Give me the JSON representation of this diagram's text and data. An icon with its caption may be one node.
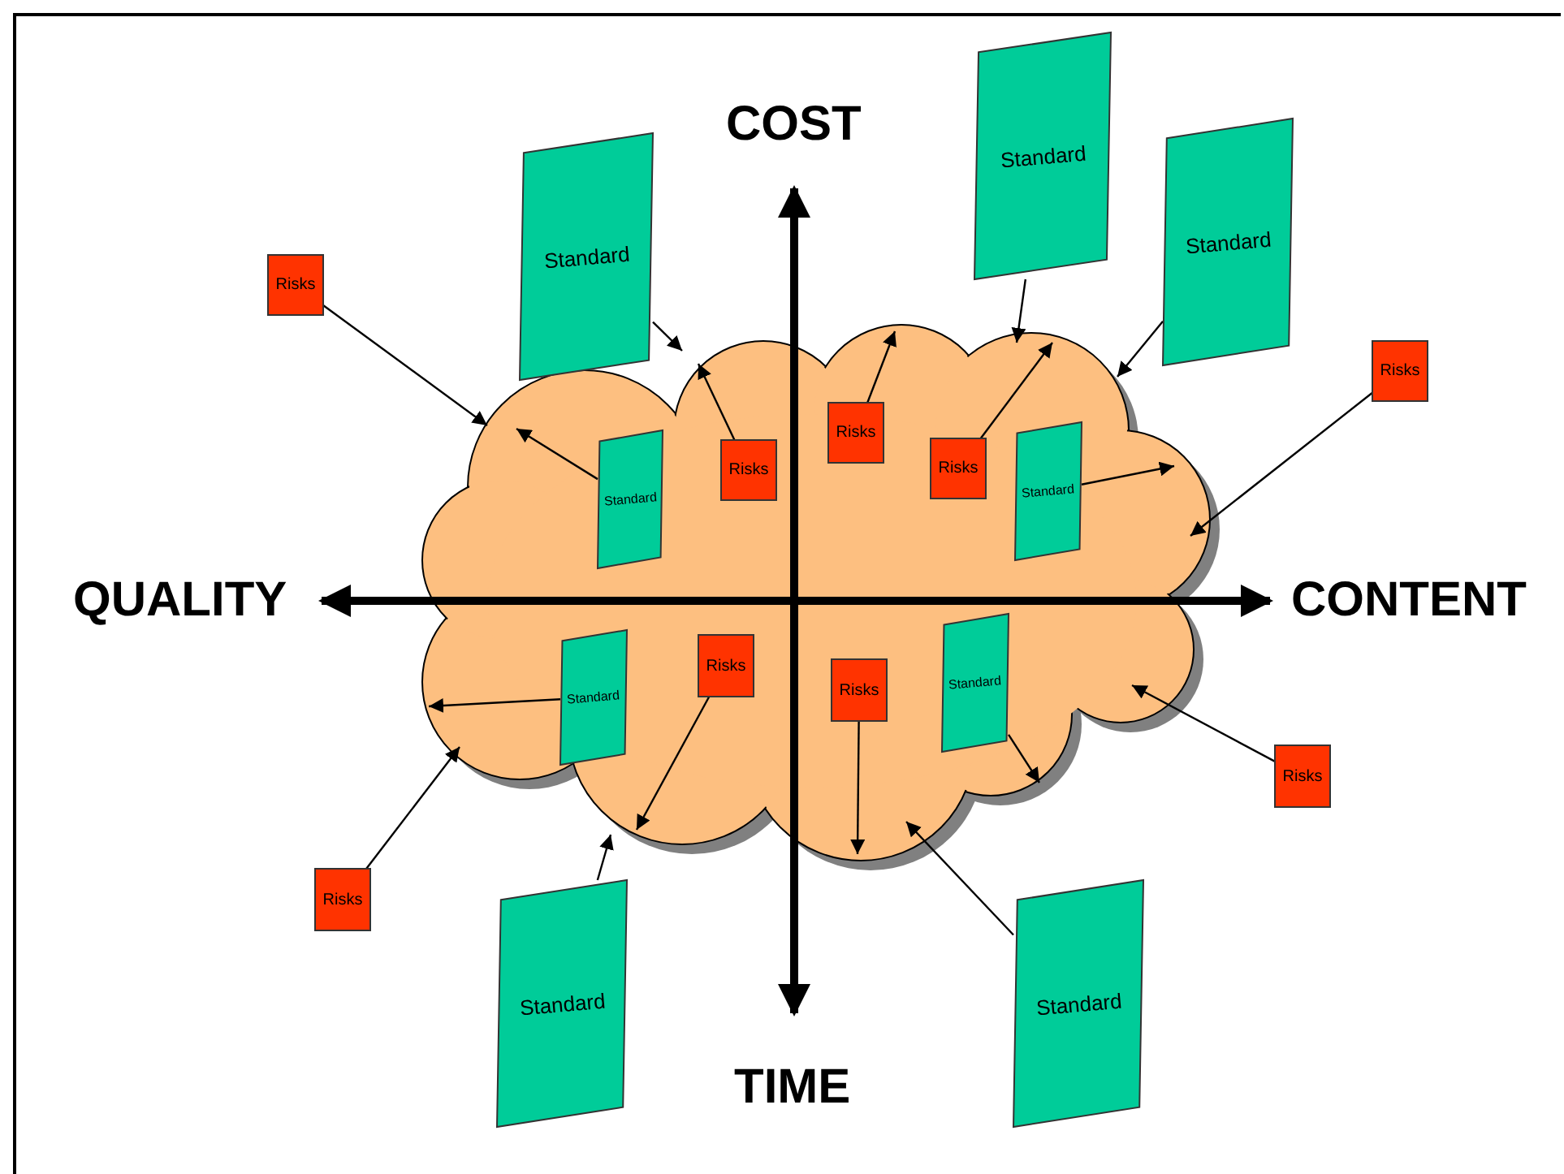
{
  "diagram": {
    "nodes": [
      {
        "text": [],
        "shape": "cloud"
      },
      {
        "text": [
          "Standard"
        ]
      },
      {
        "text": [
          "Standard"
        ]
      },
      {
        "text": [
          "Standard"
        ]
      },
      {
        "text": [
          "Risks"
        ]
      },
      {
        "text": [
          "Risks"
        ]
      },
      {
        "text": [
          "Risks"
        ],
        "in": 0
      },
      {
        "text": [
          "Risks"
        ],
        "in": 0
      },
      {
        "text": [
          "Standard"
        ],
        "in": 0
      },
      {
        "text": [
          "Risks"
        ],
        "in": 0
      },
      {
        "text": [
          "Standard"
        ],
        "in": 0
      },
      {
        "text": [
          "Standard"
        ],
        "in": 0
      },
      {
        "text": [
          "Risks"
        ],
        "in": 0
      },
      {
        "text": [
          "Risks"
        ],
        "in": 0
      },
      {
        "text": [
          "Standard"
        ],
        "in": 0
      },
      {
        "text": [
          "Risks"
        ]
      },
      {
        "text": [
          "Risks"
        ]
      },
      {
        "text": [
          "Standard"
        ]
      },
      {
        "text": [
          "Standard"
        ]
      }
    ],
    "edges": [
      {
        "from": 1,
        "to": 0,
        "arrow": "to"
      },
      {
        "from": 2,
        "to": 0,
        "arrow": "to"
      },
      {
        "from": 3,
        "to": 0,
        "arrow": "to"
      },
      {
        "from": 4,
        "to": 0,
        "arrow": "to"
      },
      {
        "from": 5,
        "to": 0,
        "arrow": "to"
      },
      {
        "from": 6,
        "to": 0,
        "arrow": "to"
      },
      {
        "from": 7,
        "to": 0,
        "arrow": "to"
      },
      {
        "from": 8,
        "to": 0,
        "arrow": "to"
      },
      {
        "from": 9,
        "to": 0,
        "arrow": "to"
      },
      {
        "from": 10,
        "to": 0,
        "arrow": "to"
      },
      {
        "from": 11,
        "to": 0,
        "arrow": "to"
      },
      {
        "from": 12,
        "to": 0,
        "arrow": "to"
      },
      {
        "from": 13,
        "to": 0,
        "arrow": "to"
      },
      {
        "from": 14,
        "to": 0,
        "arrow": "to"
      },
      {
        "from": 15,
        "to": 0,
        "arrow": "to"
      },
      {
        "from": 16,
        "to": 0,
        "arrow": "to"
      },
      {
        "from": 17,
        "to": 0,
        "arrow": "to"
      },
      {
        "from": 18,
        "to": 0,
        "arrow": "to"
      }
    ],
    "labels": [
      "COST",
      "QUALITY",
      "CONTENT",
      "TIME"
    ]
  }
}
